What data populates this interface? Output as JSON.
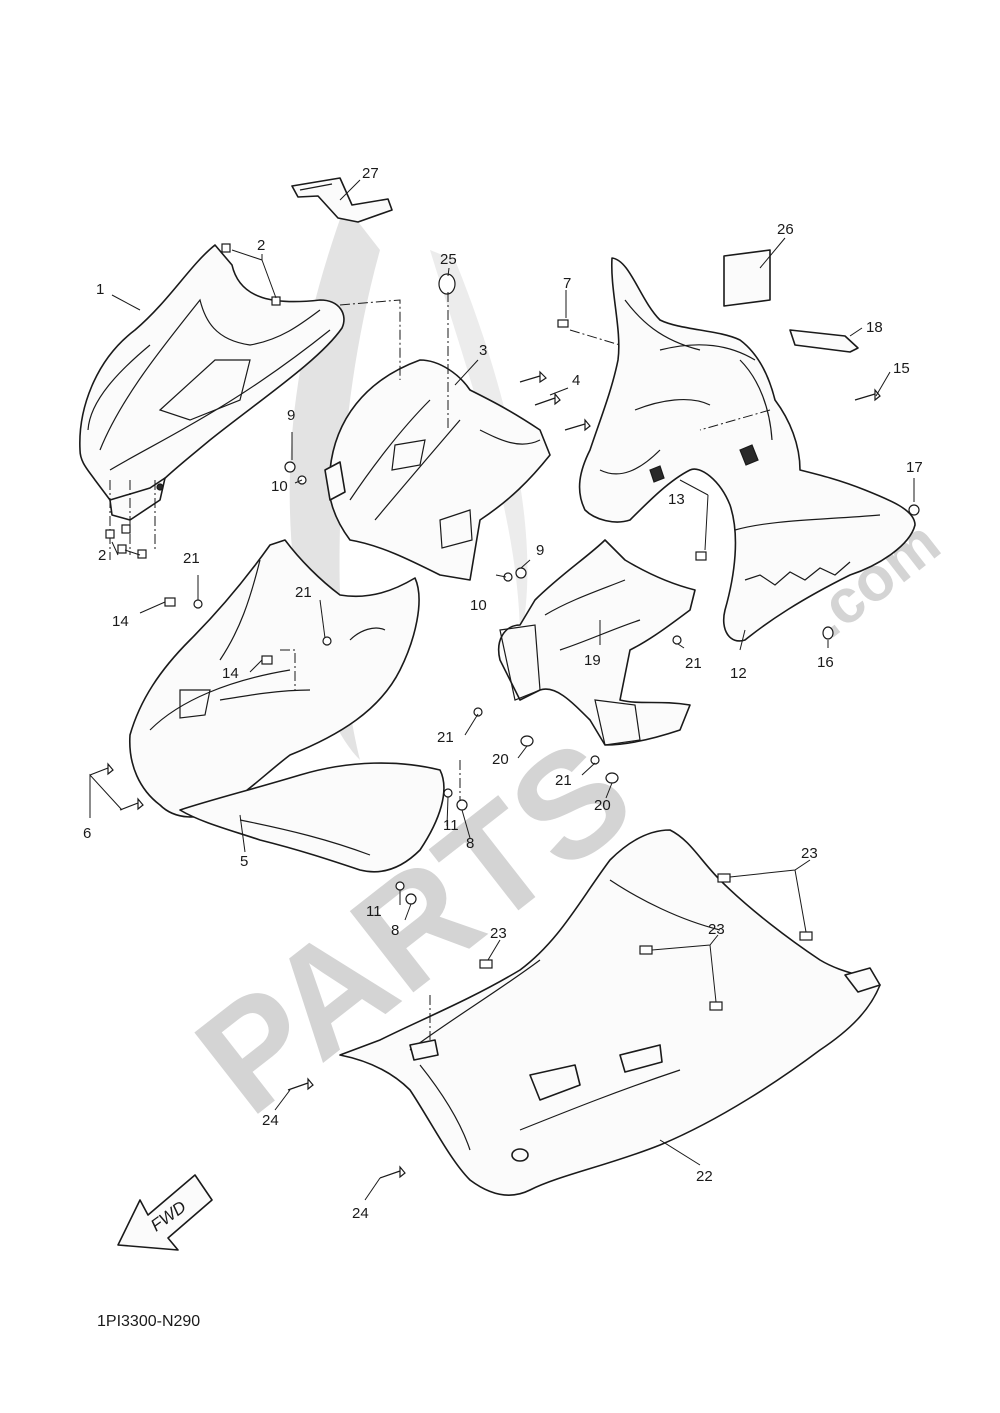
{
  "watermark": {
    "brand": "PARTS",
    "suffix": ".com"
  },
  "direction_marker": "FWD",
  "diagram_code": "1PI3300-N290",
  "callouts": [
    {
      "id": "c27",
      "label": "27"
    },
    {
      "id": "c26",
      "label": "26"
    },
    {
      "id": "c25",
      "label": "25"
    },
    {
      "id": "c2a",
      "label": "2"
    },
    {
      "id": "c1",
      "label": "1"
    },
    {
      "id": "c7",
      "label": "7"
    },
    {
      "id": "c3",
      "label": "3"
    },
    {
      "id": "c18",
      "label": "18"
    },
    {
      "id": "c4",
      "label": "4"
    },
    {
      "id": "c15",
      "label": "15"
    },
    {
      "id": "c9a",
      "label": "9"
    },
    {
      "id": "c10a",
      "label": "10"
    },
    {
      "id": "c17",
      "label": "17"
    },
    {
      "id": "c13",
      "label": "13"
    },
    {
      "id": "c2b",
      "label": "2"
    },
    {
      "id": "c21a",
      "label": "21"
    },
    {
      "id": "c9b",
      "label": "9"
    },
    {
      "id": "c14a",
      "label": "14"
    },
    {
      "id": "c21b",
      "label": "21"
    },
    {
      "id": "c10b",
      "label": "10"
    },
    {
      "id": "c19",
      "label": "19"
    },
    {
      "id": "c21c",
      "label": "21"
    },
    {
      "id": "c12",
      "label": "12"
    },
    {
      "id": "c16",
      "label": "16"
    },
    {
      "id": "c14b",
      "label": "14"
    },
    {
      "id": "c21d",
      "label": "21"
    },
    {
      "id": "c20a",
      "label": "20"
    },
    {
      "id": "c21e",
      "label": "21"
    },
    {
      "id": "c20b",
      "label": "20"
    },
    {
      "id": "c6",
      "label": "6"
    },
    {
      "id": "c11a",
      "label": "11"
    },
    {
      "id": "c8a",
      "label": "8"
    },
    {
      "id": "c5",
      "label": "5"
    },
    {
      "id": "c23a",
      "label": "23"
    },
    {
      "id": "c11b",
      "label": "11"
    },
    {
      "id": "c8b",
      "label": "8"
    },
    {
      "id": "c23b",
      "label": "23"
    },
    {
      "id": "c23c",
      "label": "23"
    },
    {
      "id": "c24a",
      "label": "24"
    },
    {
      "id": "c22",
      "label": "22"
    },
    {
      "id": "c24b",
      "label": "24"
    }
  ]
}
